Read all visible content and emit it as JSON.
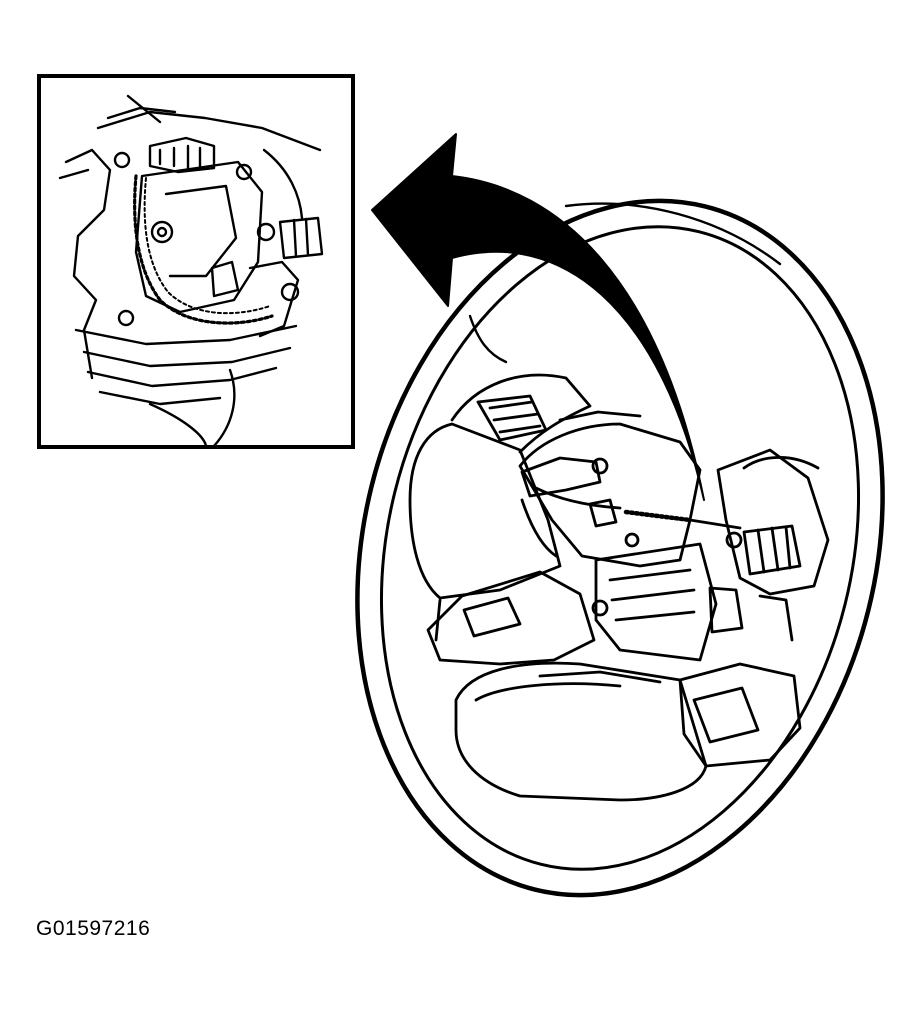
{
  "figure": {
    "code": "G01597216"
  },
  "icons": {
    "wheel": "steering-wheel-illustration",
    "inset": "detail-inset-airbag-connector",
    "arrow": "curved-callout-arrow"
  },
  "colors": {
    "ink": "#000000",
    "paper": "#ffffff"
  }
}
